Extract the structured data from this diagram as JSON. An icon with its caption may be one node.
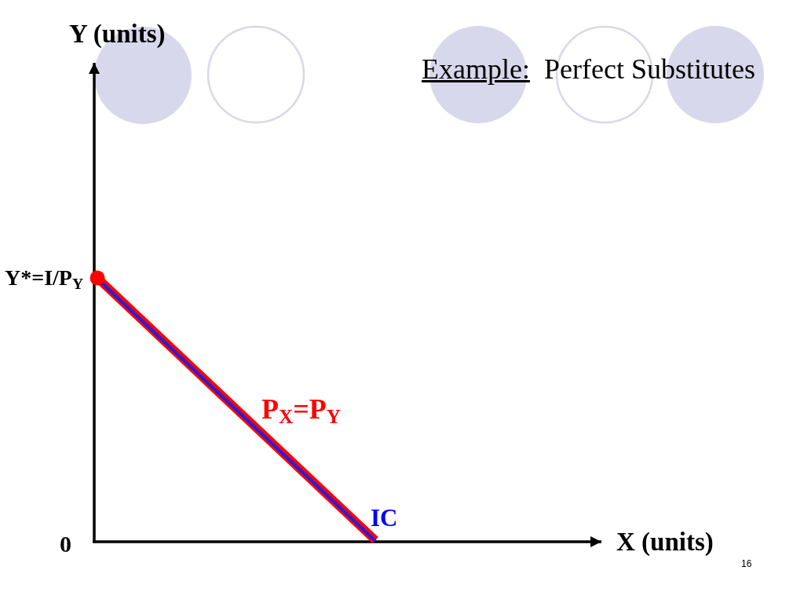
{
  "diagram": {
    "title": "Example:  Perfect Substitutes",
    "labels": [
      "Y (units)",
      "Y*=I/P$_{Y}$",
      "P$_{X}$=P$_{Y}$",
      "IC",
      "0",
      "X (units)",
      "16"
    ]
  }
}
